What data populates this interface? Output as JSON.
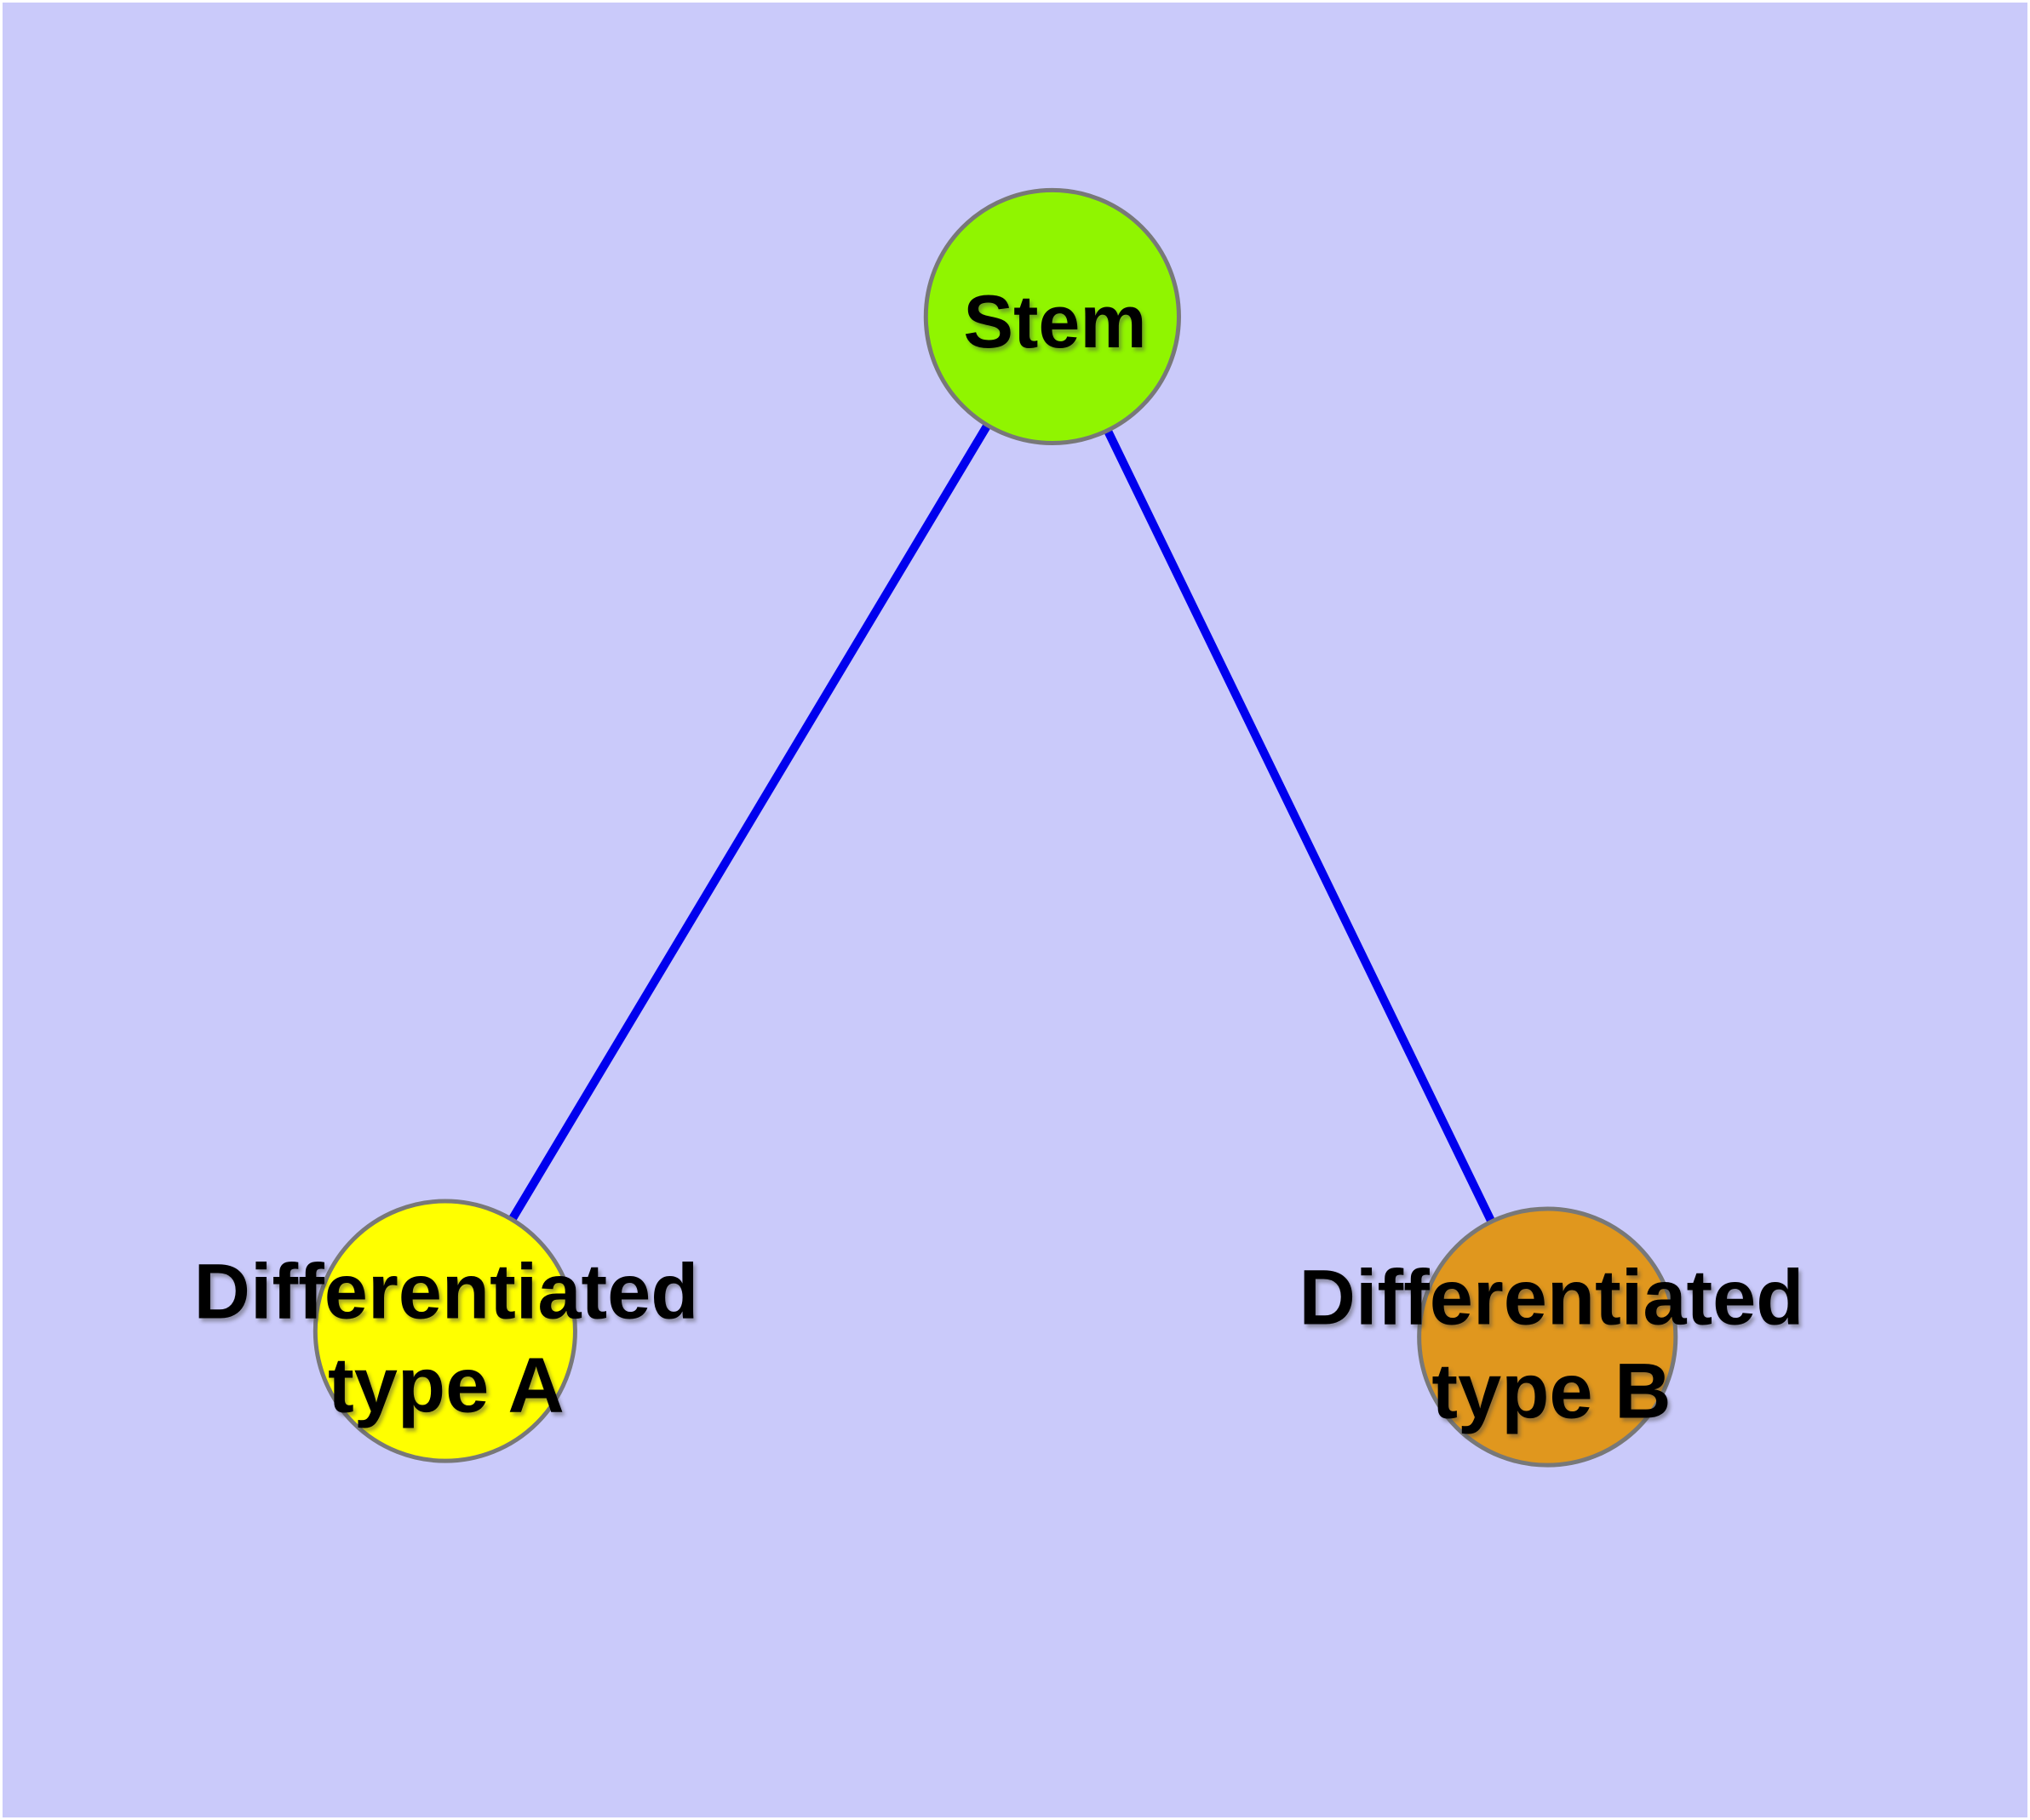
{
  "diagram": {
    "type": "graph",
    "background_color": "#CACAFA",
    "frame_color": "#FFFFFF",
    "edge_color": "#0000EE",
    "node_border_color": "#787878",
    "label_color": "#000000",
    "nodes": {
      "stem": {
        "id": "stem",
        "label": "Stem",
        "fill": "#90F500"
      },
      "diff_a": {
        "id": "diff_a",
        "label": "Differentiated type A",
        "label_lines": [
          "Differentiated",
          "type A"
        ],
        "fill": "#FFFF00"
      },
      "diff_b": {
        "id": "diff_b",
        "label": "Differentiated type B",
        "label_lines": [
          "Differentiated",
          "type B"
        ],
        "fill": "#E0971E"
      }
    },
    "edges": [
      {
        "from": "stem",
        "to": "diff_a"
      },
      {
        "from": "stem",
        "to": "diff_b"
      }
    ]
  }
}
